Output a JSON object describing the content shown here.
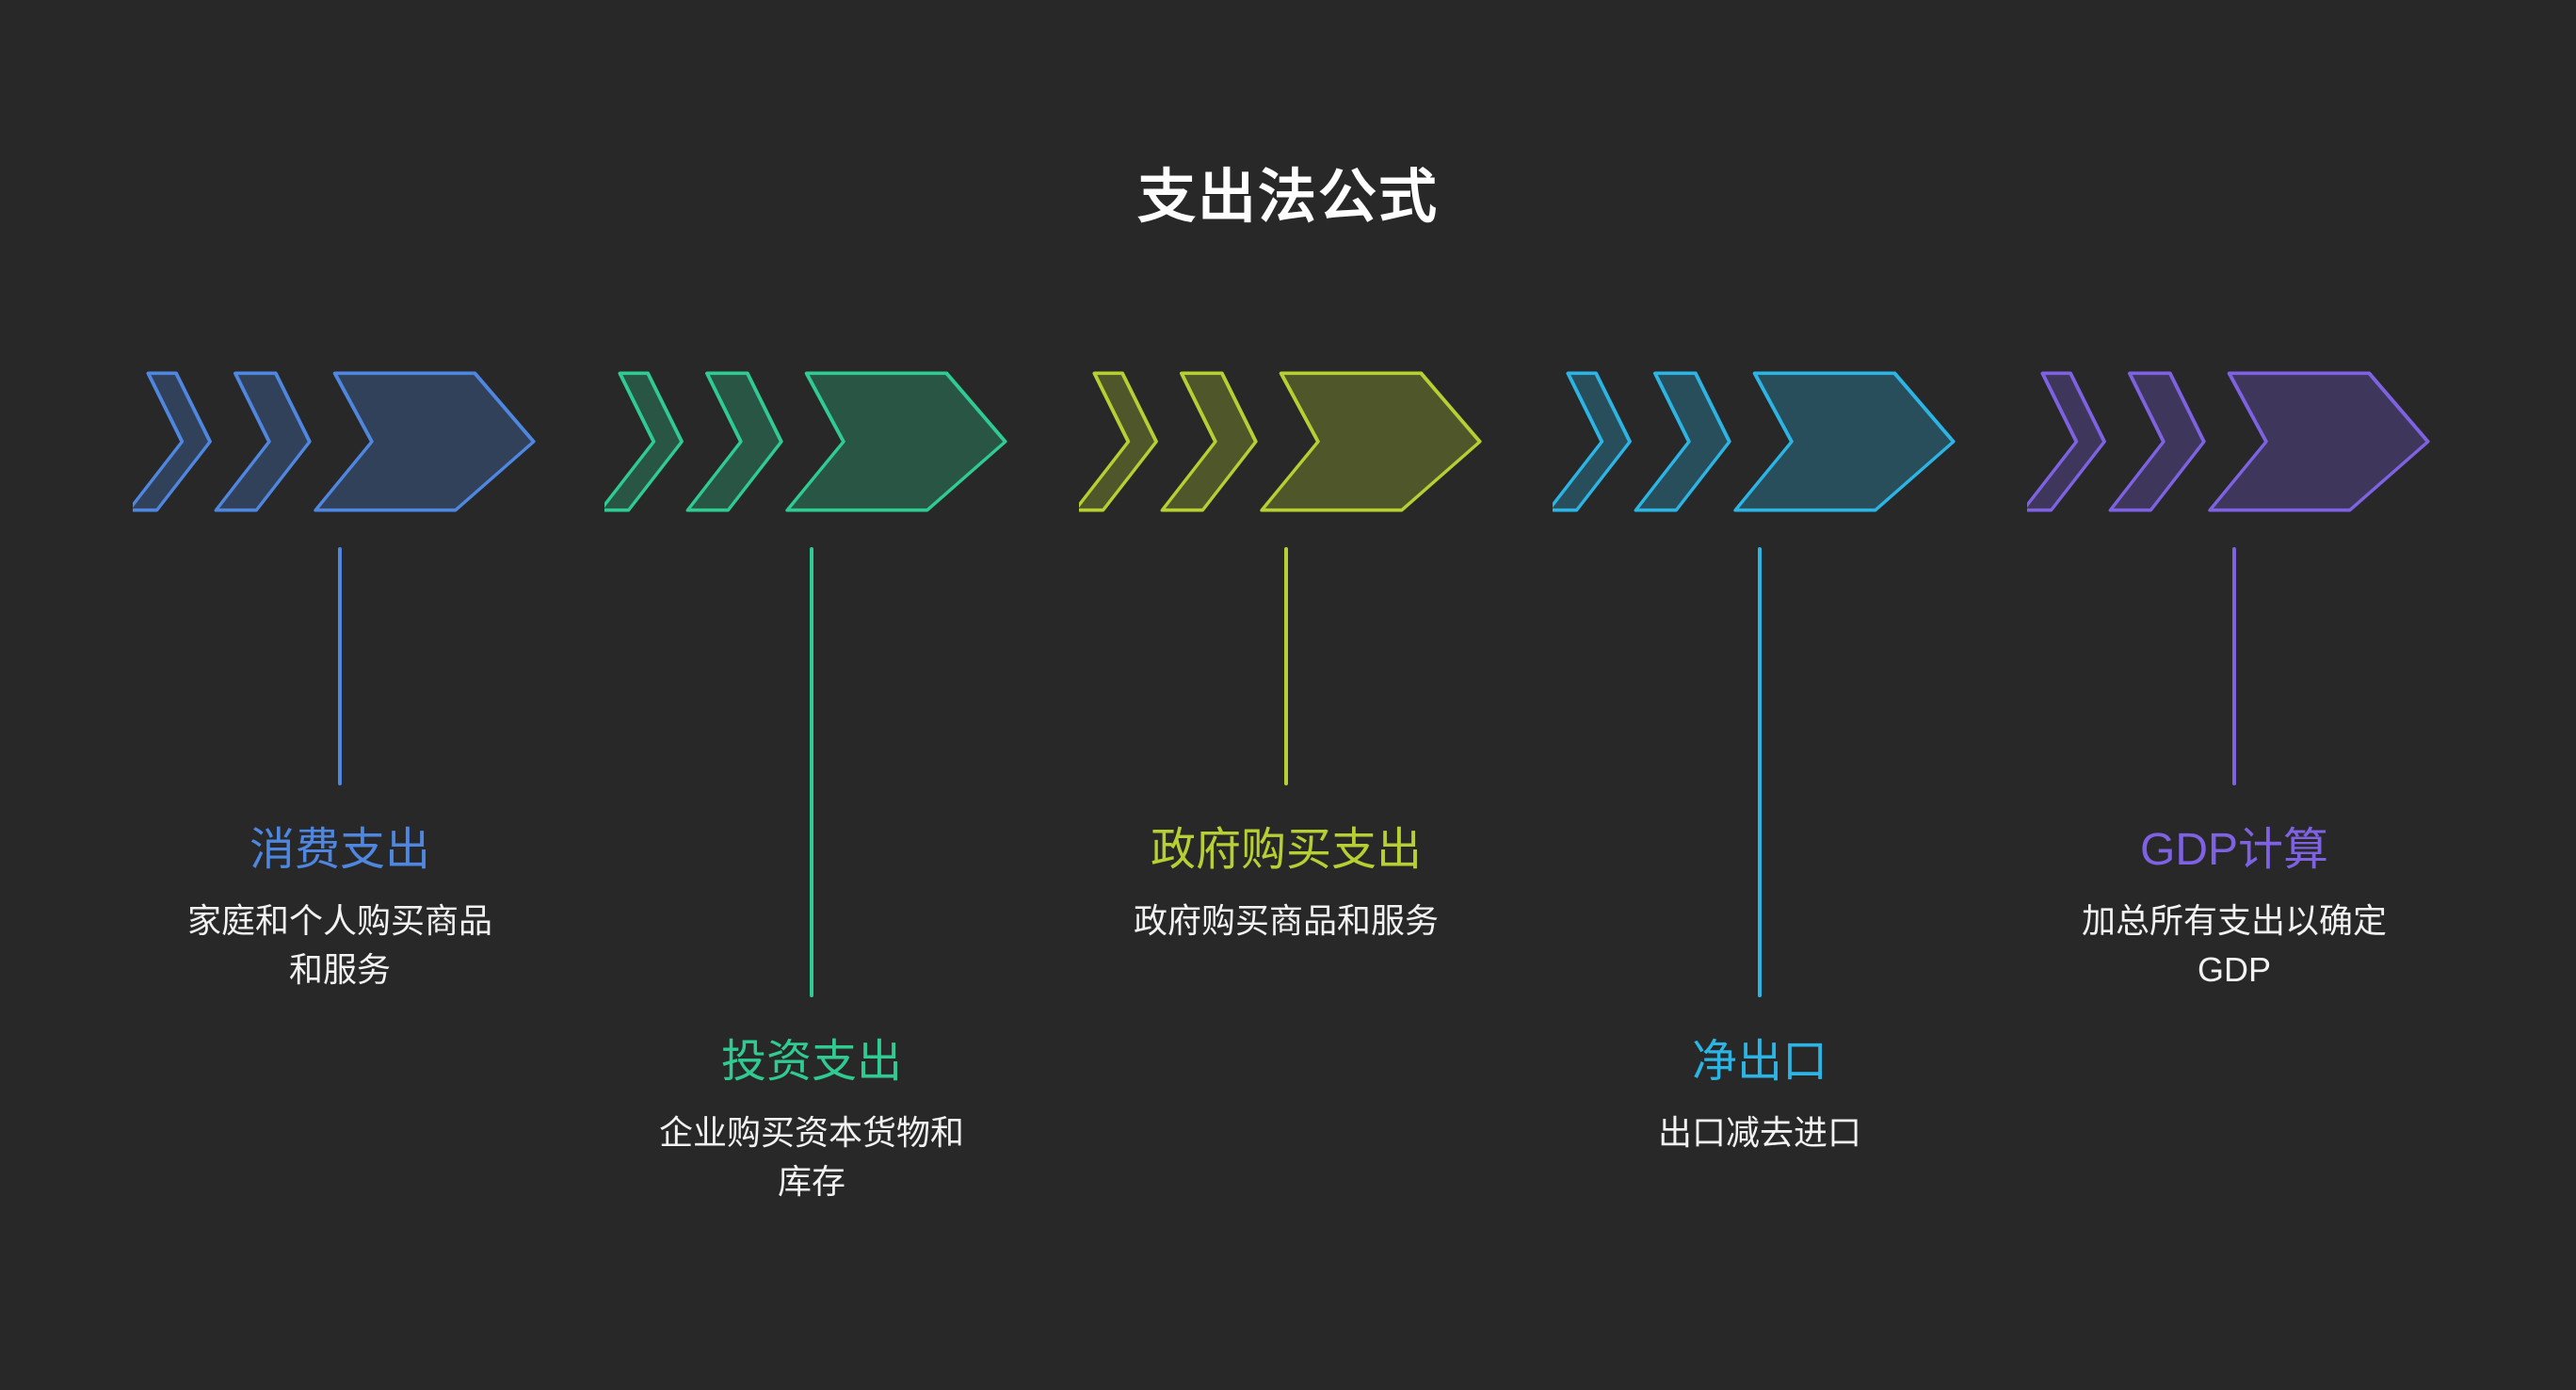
{
  "title": "支出法公式",
  "background": "#282828",
  "text_color": "#f2f2f2",
  "groups": [
    {
      "id": "consumption",
      "label": "消费支出",
      "description": "家庭和个人购买商品\n和服务",
      "color": "#4e86e0"
    },
    {
      "id": "investment",
      "label": "投资支出",
      "description": "企业购买资本货物和\n库存",
      "color": "#2fcb92"
    },
    {
      "id": "government",
      "label": "政府购买支出",
      "description": "政府购买商品和服务",
      "color": "#b7cf33"
    },
    {
      "id": "net-exports",
      "label": "净出口",
      "description": "出口减去进口",
      "color": "#2cb5e4"
    },
    {
      "id": "gdp",
      "label": "GDP计算",
      "description": "加总所有支出以确定\nGDP",
      "color": "#7e62e2"
    }
  ]
}
